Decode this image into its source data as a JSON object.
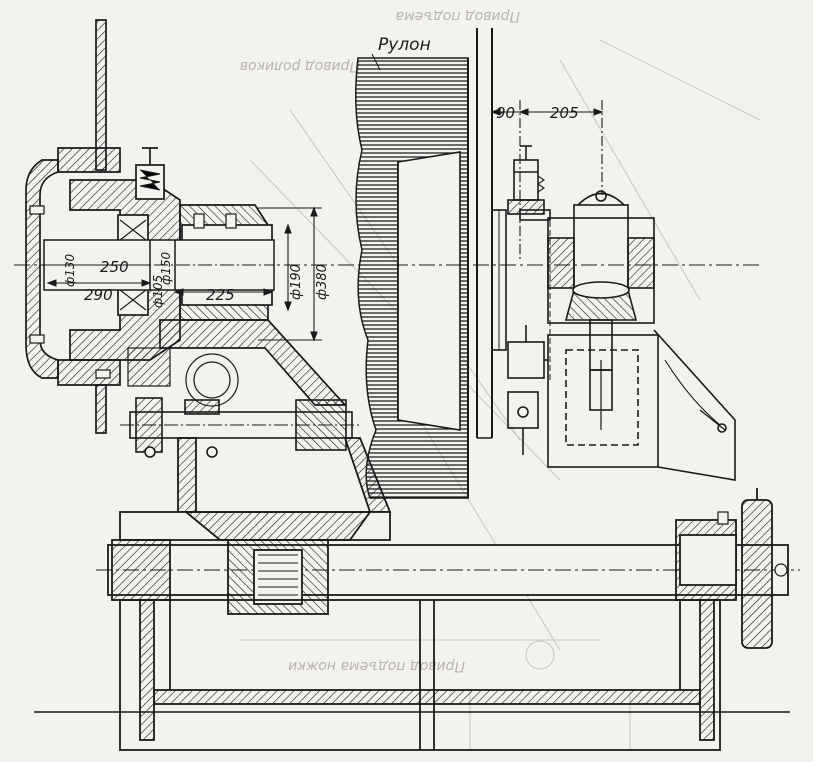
{
  "labels": {
    "roll": "Рулон",
    "dim_90": "90",
    "dim_205": "205",
    "dim_250": "250",
    "dim_290": "290",
    "dim_d130": "ф130",
    "dim_d150": "ф150",
    "dim_d105": "ф105",
    "dim_225": "225",
    "dim_d190": "ф190",
    "dim_d380": "ф380",
    "bleed_drive_top": "Привод подъема",
    "bleed_drive_rollers": "Привод роликов",
    "bleed_drive_bottom": "Привод подъема ножки"
  },
  "colors": {
    "ink": "#1a1a1a",
    "paper": "#f4f2ee",
    "ghost": "#b9b6b0"
  }
}
